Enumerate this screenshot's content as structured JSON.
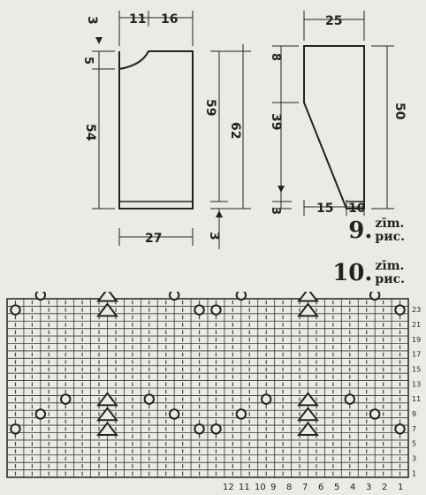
{
  "diagram": {
    "front_piece": {
      "dims": {
        "top_gap": "3",
        "shoulder_left": "11",
        "neck_width": "16",
        "neck_depth": "5",
        "side_length": "54",
        "inner_height": "59",
        "total_height": "62",
        "bottom_width": "27",
        "hem_height": "3"
      }
    },
    "sleeve_piece": {
      "dims": {
        "top_width": "25",
        "cap_depth": "8",
        "length": "39",
        "total_height": "50",
        "cuff_height": "3",
        "bottom_left": "15",
        "bottom_right": "10"
      }
    }
  },
  "captions": [
    {
      "number": "9.",
      "line1": "zīm.",
      "line2": "рис."
    },
    {
      "number": "10.",
      "line1": "zīm.",
      "line2": "рис."
    }
  ],
  "chart": {
    "row_labels": [
      "23",
      "21",
      "19",
      "17",
      "15",
      "13",
      "11",
      "9",
      "7",
      "5",
      "3",
      "1"
    ],
    "col_labels": [
      "12",
      "11",
      "10",
      "9",
      "8",
      "7",
      "6",
      "5",
      "4",
      "3",
      "2",
      "1"
    ],
    "motifs": [
      {
        "kind": "yarn-over",
        "col": 3,
        "row": 20
      },
      {
        "kind": "dec",
        "col": 5.5,
        "row": 20
      },
      {
        "kind": "yarn-over",
        "col": 8,
        "row": 20
      },
      {
        "kind": "yarn-over",
        "col": 1.5,
        "row": 18
      },
      {
        "kind": "yarn-over",
        "col": 9.5,
        "row": 18
      },
      {
        "kind": "dec",
        "col": 5.5,
        "row": 18
      },
      {
        "kind": "yarn-over",
        "col": 0,
        "row": 16
      },
      {
        "kind": "yarn-over",
        "col": 11,
        "row": 16
      },
      {
        "kind": "dec",
        "col": 5.5,
        "row": 16
      },
      {
        "kind": "yarn-over",
        "col": 3,
        "row": 4
      },
      {
        "kind": "dec",
        "col": 5.5,
        "row": 4
      },
      {
        "kind": "yarn-over",
        "col": 8,
        "row": 4
      },
      {
        "kind": "yarn-over",
        "col": 1.5,
        "row": 2
      },
      {
        "kind": "yarn-over",
        "col": 9.5,
        "row": 2
      },
      {
        "kind": "dec",
        "col": 5.5,
        "row": 2
      },
      {
        "kind": "yarn-over",
        "col": 0,
        "row": 0
      },
      {
        "kind": "yarn-over",
        "col": 11,
        "row": 0
      },
      {
        "kind": "dec",
        "col": 5.5,
        "row": 0
      }
    ]
  }
}
